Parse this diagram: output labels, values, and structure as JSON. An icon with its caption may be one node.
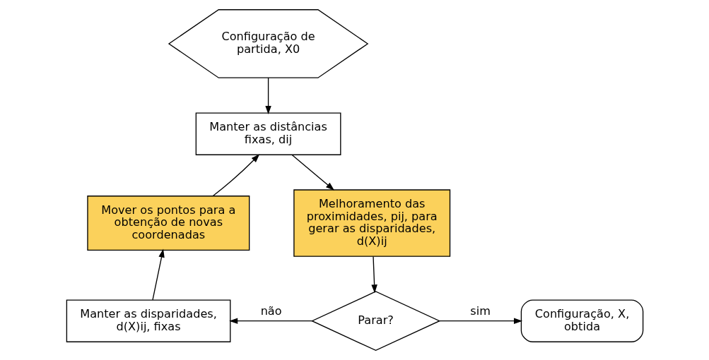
{
  "diagram": {
    "nodes": [
      {
        "text": [
          "Configuração de partida, X0"
        ]
      },
      {
        "text": [
          "Manter as distâncias fixas, dij"
        ]
      },
      {
        "text": [
          "Mover os pontos para a obtenção de novas coordenadas"
        ]
      },
      {
        "text": [
          "Melhoramento das proximidades, pij, para gerar as disparidades, d(X)ij"
        ]
      },
      {
        "text": [
          "Parar?"
        ]
      },
      {
        "text": [
          "Manter as disparidades, d(X)ij, fixas"
        ]
      },
      {
        "text": [
          "Configuração, X, obtida"
        ]
      }
    ],
    "edges": [
      {
        "from": 0,
        "to": 1,
        "arrow": "to"
      },
      {
        "from": 1,
        "to": 3,
        "arrow": "to"
      },
      {
        "from": 3,
        "to": 4,
        "arrow": "to"
      },
      {
        "from": 4,
        "to": 5,
        "arrow": "to",
        "label": "não"
      },
      {
        "from": 4,
        "to": 6,
        "arrow": "to",
        "label": "sim"
      },
      {
        "from": 5,
        "to": 2,
        "arrow": "to"
      },
      {
        "from": 2,
        "to": 1,
        "arrow": "to"
      }
    ]
  }
}
